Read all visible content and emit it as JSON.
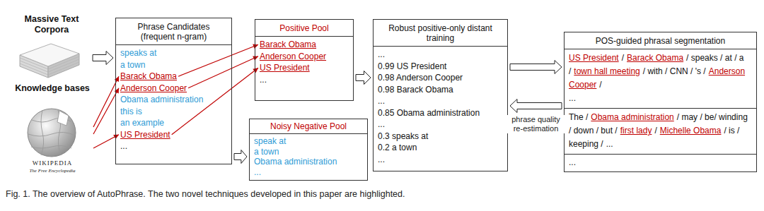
{
  "diagram": {
    "caption": "Fig. 1. The overview of AutoPhrase. The two novel techniques developed in this paper are highlighted.",
    "nodes": [
      {
        "text": [
          "Massive Text Corpora"
        ]
      },
      {
        "text": [
          "Knowledge bases"
        ]
      },
      {
        "text": [
          "Phrase Candidates (frequent n-gram)"
        ]
      },
      {
        "text": [
          "speaks at"
        ],
        "in": 2
      },
      {
        "text": [
          "a town"
        ],
        "in": 2
      },
      {
        "text": [
          "Barack Obama"
        ],
        "in": 2
      },
      {
        "text": [
          "Anderson Cooper"
        ],
        "in": 2
      },
      {
        "text": [
          "Obama administration"
        ],
        "in": 2
      },
      {
        "text": [
          "this is"
        ],
        "in": 2
      },
      {
        "text": [
          "an example"
        ],
        "in": 2
      },
      {
        "text": [
          "US President"
        ],
        "in": 2
      },
      {
        "text": [
          "..."
        ],
        "in": 2
      },
      {
        "text": [
          "Positive Pool"
        ]
      },
      {
        "text": [
          "Barack Obama"
        ],
        "in": 12
      },
      {
        "text": [
          "Anderson Cooper"
        ],
        "in": 12
      },
      {
        "text": [
          "US President"
        ],
        "in": 12
      },
      {
        "text": [
          "..."
        ],
        "in": 12
      },
      {
        "text": [
          "Noisy Negative Pool",
          "speak at",
          "a town",
          "Obama administration",
          "..."
        ]
      },
      {
        "text": [
          "Robust positive-only distant training",
          "...",
          "0.99 US President",
          "0.98 Anderson Cooper",
          "0.98 Barack Obama",
          "...",
          "0.85 Obama administration",
          "...",
          "0.3 speaks at",
          "0.2 a town",
          "..."
        ]
      },
      {
        "text": [
          "POS-guided phrasal segmentation",
          "..."
        ]
      },
      {
        "text": [
          "US President",
          "/",
          "Barack Obama",
          "/ speaks / at / a /",
          "town hall meeting",
          "/ with / CNN / 's /",
          "Anderson Cooper",
          "/",
          "..."
        ],
        "in": 19
      },
      {
        "text": [
          "The /",
          "Obama administration",
          "/ may / be/ winding / down / but /",
          "first lady",
          "/",
          "Michelle Obama",
          "/ is / keeping /",
          "..."
        ],
        "in": 19
      }
    ],
    "edges": [
      {
        "from": 0,
        "to": 2,
        "arrow": "to"
      },
      {
        "from": 1,
        "to": 5,
        "arrow": "to"
      },
      {
        "from": 1,
        "to": 6,
        "arrow": "to"
      },
      {
        "from": 1,
        "to": 10,
        "arrow": "to"
      },
      {
        "from": 5,
        "to": 13,
        "arrow": "to"
      },
      {
        "from": 6,
        "to": 14,
        "arrow": "to"
      },
      {
        "from": 10,
        "to": 15,
        "arrow": "to"
      },
      {
        "from": 2,
        "to": 17,
        "arrow": "to"
      },
      {
        "from": 12,
        "to": 18,
        "arrow": "to"
      },
      {
        "from": 18,
        "to": 19,
        "arrow": "to"
      },
      {
        "from": 19,
        "to": 18,
        "arrow": "to",
        "label": "phrase quality re-estimation"
      }
    ],
    "labels": [
      "WIKIPEDIA",
      "The Free Encyclopedia"
    ]
  }
}
